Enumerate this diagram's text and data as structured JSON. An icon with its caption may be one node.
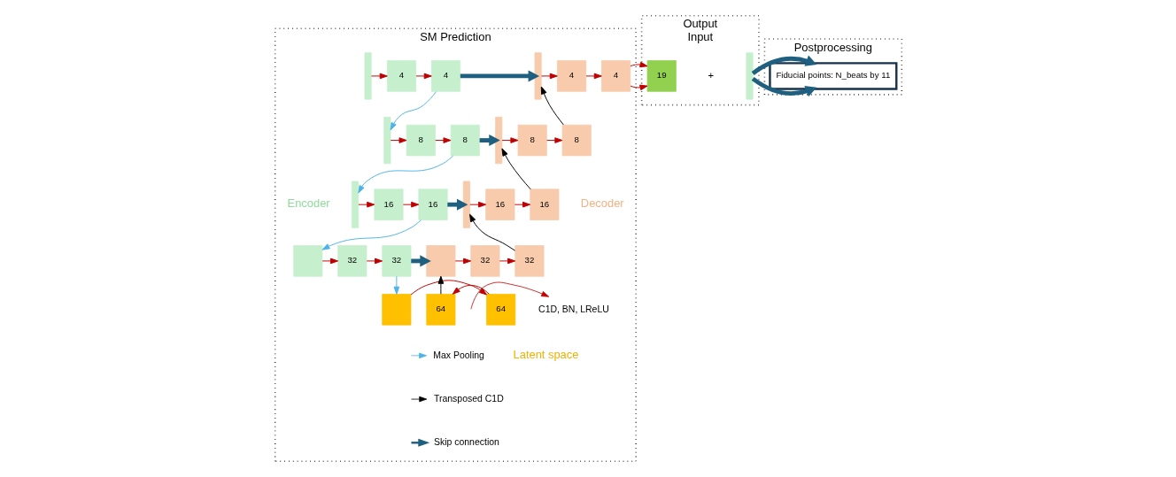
{
  "diagram": {
    "nodes": [
      {
        "text": [
          "SM Prediction"
        ]
      },
      {
        "text": [],
        "shape": "bar",
        "in": 0
      },
      {
        "text": [
          "4"
        ],
        "in": 0
      },
      {
        "text": [
          "4"
        ],
        "in": 0
      },
      {
        "text": [],
        "shape": "bar",
        "in": 0
      },
      {
        "text": [
          "8"
        ],
        "in": 0
      },
      {
        "text": [
          "8"
        ],
        "in": 0
      },
      {
        "text": [],
        "shape": "bar",
        "in": 0
      },
      {
        "text": [
          "16"
        ],
        "in": 0
      },
      {
        "text": [
          "16"
        ],
        "in": 0
      },
      {
        "text": [],
        "shape": "box",
        "in": 0
      },
      {
        "text": [
          "32"
        ],
        "in": 0
      },
      {
        "text": [
          "32"
        ],
        "in": 0
      },
      {
        "text": [],
        "shape": "box",
        "in": 0
      },
      {
        "text": [
          "64"
        ],
        "in": 0
      },
      {
        "text": [
          "64"
        ],
        "in": 0
      },
      {
        "text": [],
        "shape": "box",
        "in": 0
      },
      {
        "text": [
          "32"
        ],
        "in": 0
      },
      {
        "text": [
          "32"
        ],
        "in": 0
      },
      {
        "text": [],
        "shape": "bar",
        "in": 0
      },
      {
        "text": [
          "16"
        ],
        "in": 0
      },
      {
        "text": [
          "16"
        ],
        "in": 0
      },
      {
        "text": [],
        "shape": "bar",
        "in": 0
      },
      {
        "text": [
          "8"
        ],
        "in": 0
      },
      {
        "text": [
          "8"
        ],
        "in": 0
      },
      {
        "text": [],
        "shape": "bar",
        "in": 0
      },
      {
        "text": [
          "4"
        ],
        "in": 0
      },
      {
        "text": [
          "4"
        ],
        "in": 0
      },
      {
        "text": [
          "Output",
          "Input"
        ]
      },
      {
        "text": [
          "19"
        ],
        "in": 28
      },
      {
        "text": [],
        "shape": "bar",
        "in": 28
      },
      {
        "text": [
          "Postprocessing"
        ]
      },
      {
        "text": [
          "Fiducial points: N_beats by 11"
        ],
        "in": 31
      }
    ],
    "edges": [
      {
        "from": 1,
        "to": 2,
        "arrow": "to"
      },
      {
        "from": 2,
        "to": 3,
        "arrow": "to"
      },
      {
        "from": 3,
        "to": 4,
        "arrow": "to",
        "color": "#4fb3e8"
      },
      {
        "from": 4,
        "to": 5,
        "arrow": "to"
      },
      {
        "from": 5,
        "to": 6,
        "arrow": "to"
      },
      {
        "from": 6,
        "to": 7,
        "arrow": "to",
        "color": "#4fb3e8"
      },
      {
        "from": 7,
        "to": 8,
        "arrow": "to"
      },
      {
        "from": 8,
        "to": 9,
        "arrow": "to"
      },
      {
        "from": 9,
        "to": 10,
        "arrow": "to",
        "color": "#4fb3e8"
      },
      {
        "from": 10,
        "to": 11,
        "arrow": "to"
      },
      {
        "from": 11,
        "to": 12,
        "arrow": "to"
      },
      {
        "from": 12,
        "to": 13,
        "arrow": "to",
        "color": "#4fb3e8"
      },
      {
        "from": 13,
        "to": 14,
        "arrow": "to"
      },
      {
        "from": 14,
        "to": 15,
        "arrow": "to"
      },
      {
        "from": 15,
        "to": 16,
        "arrow": "to",
        "color": "#000000"
      },
      {
        "from": 16,
        "to": 17,
        "arrow": "to"
      },
      {
        "from": 17,
        "to": 18,
        "arrow": "to"
      },
      {
        "from": 18,
        "to": 19,
        "arrow": "to",
        "color": "#000000"
      },
      {
        "from": 19,
        "to": 20,
        "arrow": "to"
      },
      {
        "from": 20,
        "to": 21,
        "arrow": "to"
      },
      {
        "from": 21,
        "to": 22,
        "arrow": "to",
        "color": "#000000"
      },
      {
        "from": 22,
        "to": 23,
        "arrow": "to"
      },
      {
        "from": 23,
        "to": 24,
        "arrow": "to"
      },
      {
        "from": 24,
        "to": 25,
        "arrow": "to",
        "color": "#000000"
      },
      {
        "from": 25,
        "to": 26,
        "arrow": "to"
      },
      {
        "from": 26,
        "to": 27,
        "arrow": "to"
      },
      {
        "from": 27,
        "to": 29,
        "arrow": "to"
      },
      {
        "from": 3,
        "to": 25,
        "arrow": "to",
        "style": "thick",
        "color": "#1f5f7f"
      },
      {
        "from": 6,
        "to": 22,
        "arrow": "to",
        "style": "thick",
        "color": "#1f5f7f"
      },
      {
        "from": 9,
        "to": 19,
        "arrow": "to",
        "style": "thick",
        "color": "#1f5f7f"
      },
      {
        "from": 12,
        "to": 16,
        "arrow": "to",
        "style": "thick",
        "color": "#1f5f7f"
      },
      {
        "from": 30,
        "to": 32,
        "arrow": "to",
        "style": "thick",
        "color": "#1f5f7f"
      }
    ],
    "labels": [
      "Encoder",
      "Decoder",
      "Latent space",
      "+"
    ],
    "legend": [
      {
        "text": "C1D, BN, LReLU"
      },
      {
        "text": "Max Pooling"
      },
      {
        "text": "Transposed C1D"
      },
      {
        "text": "Skip connection"
      }
    ]
  }
}
